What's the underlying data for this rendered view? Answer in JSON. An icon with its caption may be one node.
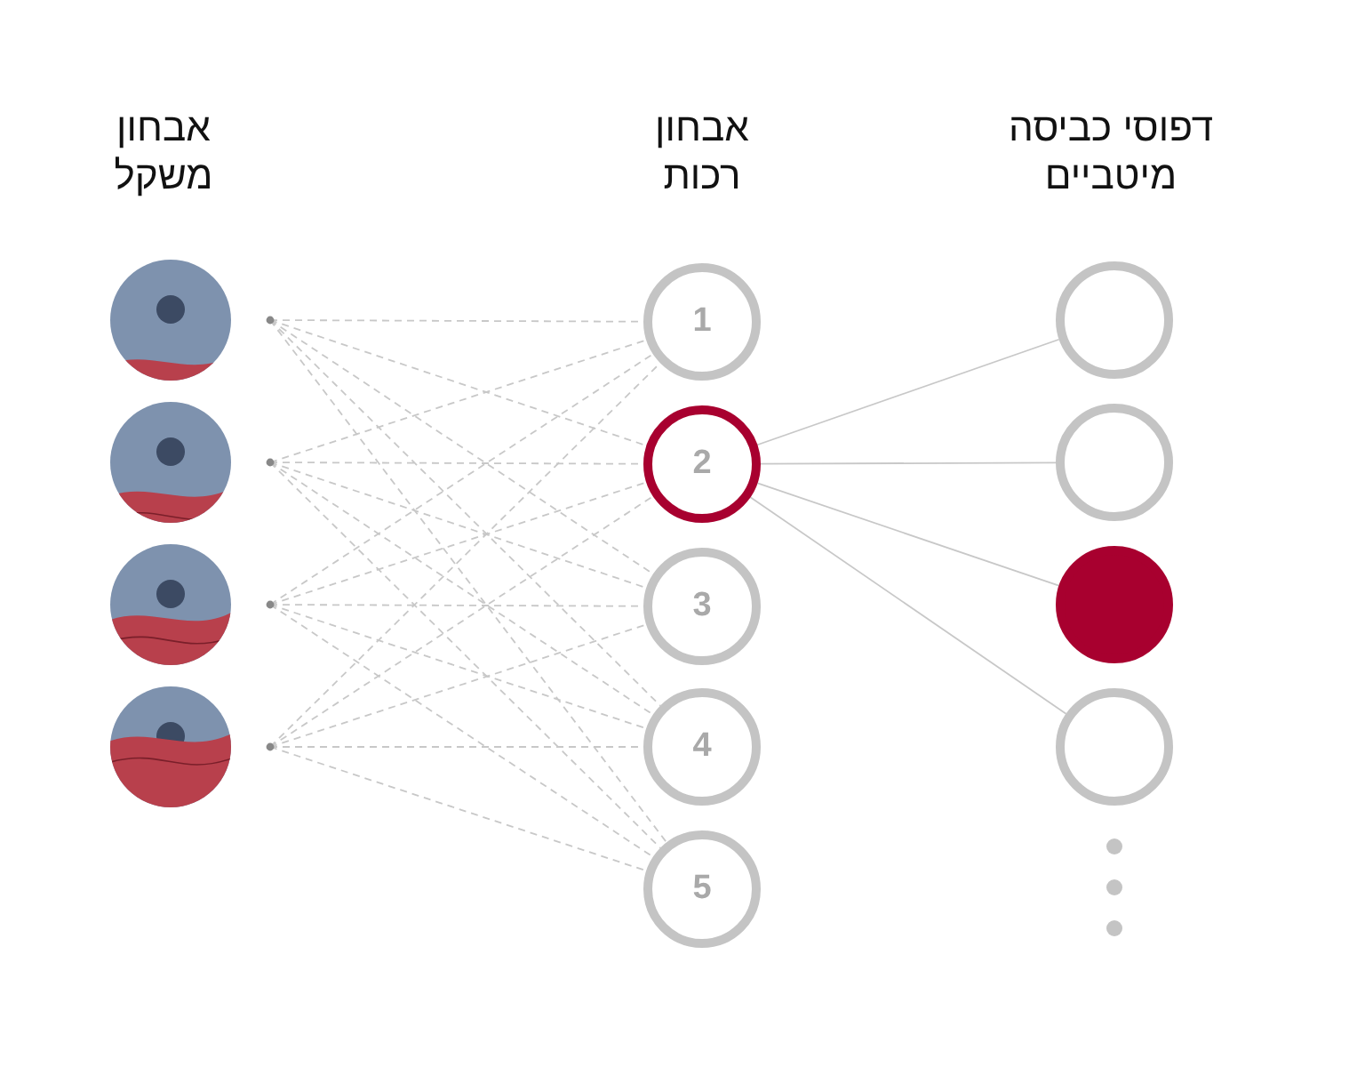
{
  "diagram": {
    "nodes": [
      {
        "text": [],
        "shape": "picture"
      },
      {
        "text": [],
        "shape": "picture"
      },
      {
        "text": [],
        "shape": "picture"
      },
      {
        "text": [],
        "shape": "picture"
      },
      {
        "text": [
          "1"
        ]
      },
      {
        "text": [
          "2"
        ]
      },
      {
        "text": [
          "3"
        ]
      },
      {
        "text": [
          "4"
        ]
      },
      {
        "text": [
          "5"
        ]
      },
      {
        "text": [],
        "shape": "circle"
      },
      {
        "text": [],
        "shape": "circle"
      },
      {
        "text": [],
        "shape": "circle"
      },
      {
        "text": [],
        "shape": "circle"
      }
    ],
    "edges": [
      {
        "from": 0,
        "to": 4,
        "arrow": "none",
        "style": "dashed"
      },
      {
        "from": 0,
        "to": 5,
        "arrow": "none",
        "style": "dashed"
      },
      {
        "from": 0,
        "to": 6,
        "arrow": "none",
        "style": "dashed"
      },
      {
        "from": 0,
        "to": 7,
        "arrow": "none",
        "style": "dashed"
      },
      {
        "from": 0,
        "to": 8,
        "arrow": "none",
        "style": "dashed"
      },
      {
        "from": 1,
        "to": 4,
        "arrow": "none",
        "style": "dashed"
      },
      {
        "from": 1,
        "to": 5,
        "arrow": "none",
        "style": "dashed"
      },
      {
        "from": 1,
        "to": 6,
        "arrow": "none",
        "style": "dashed"
      },
      {
        "from": 1,
        "to": 7,
        "arrow": "none",
        "style": "dashed"
      },
      {
        "from": 1,
        "to": 8,
        "arrow": "none",
        "style": "dashed"
      },
      {
        "from": 2,
        "to": 4,
        "arrow": "none",
        "style": "dashed"
      },
      {
        "from": 2,
        "to": 5,
        "arrow": "none",
        "style": "dashed"
      },
      {
        "from": 2,
        "to": 6,
        "arrow": "none",
        "style": "dashed"
      },
      {
        "from": 2,
        "to": 7,
        "arrow": "none",
        "style": "dashed"
      },
      {
        "from": 2,
        "to": 8,
        "arrow": "none",
        "style": "dashed"
      },
      {
        "from": 3,
        "to": 4,
        "arrow": "none",
        "style": "dashed"
      },
      {
        "from": 3,
        "to": 5,
        "arrow": "none",
        "style": "dashed"
      },
      {
        "from": 3,
        "to": 6,
        "arrow": "none",
        "style": "dashed"
      },
      {
        "from": 3,
        "to": 7,
        "arrow": "none",
        "style": "dashed"
      },
      {
        "from": 3,
        "to": 8,
        "arrow": "none",
        "style": "dashed"
      },
      {
        "from": 5,
        "to": 9,
        "arrow": "none"
      },
      {
        "from": 5,
        "to": 10,
        "arrow": "none"
      },
      {
        "from": 5,
        "to": 11,
        "arrow": "none"
      },
      {
        "from": 5,
        "to": 12,
        "arrow": "none"
      }
    ],
    "labels": [
      "אבחון משקל",
      "אבחון רכות",
      "דפוסי כביסה מיטביים"
    ]
  }
}
